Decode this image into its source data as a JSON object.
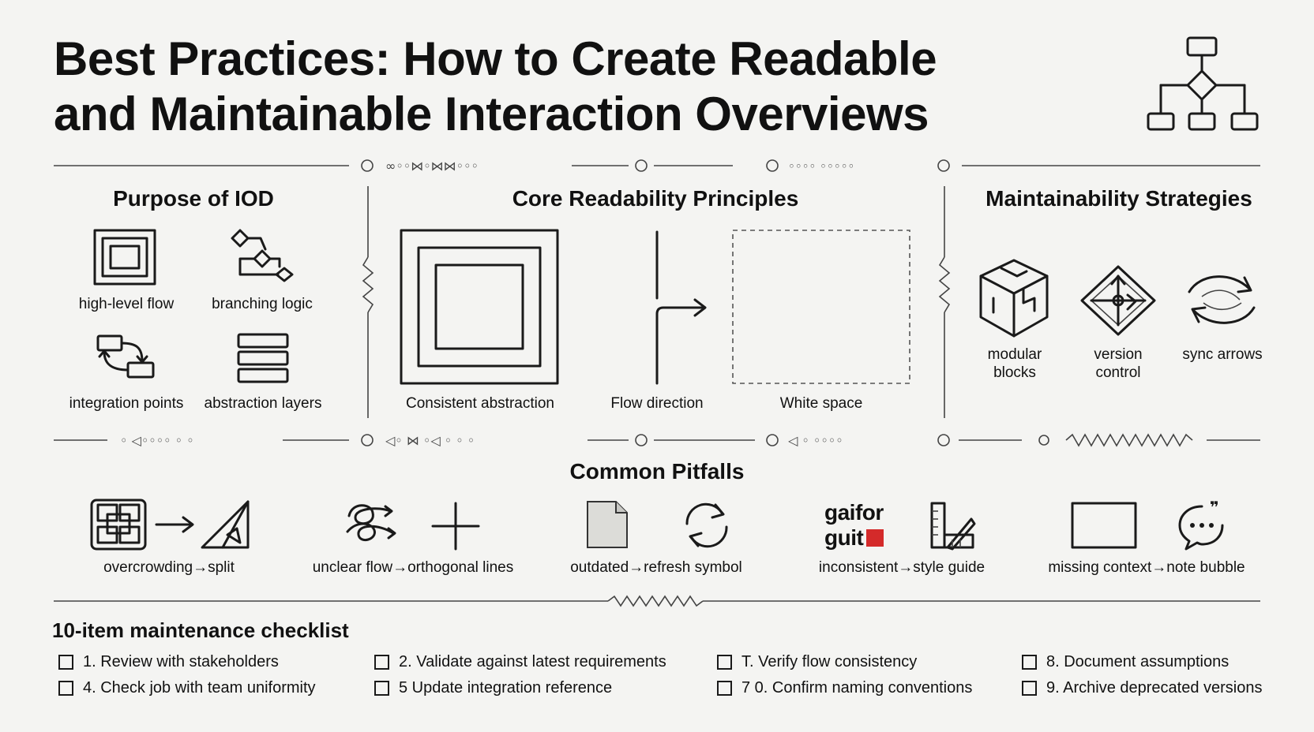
{
  "title": {
    "line1": "Best Practices: How to Create Readable",
    "line2": "and Maintainable Interaction Overviews"
  },
  "sections": {
    "purpose": {
      "heading": "Purpose of IOD",
      "items": [
        "high-level flow",
        "branching logic",
        "integration points",
        "abstraction layers"
      ]
    },
    "readability": {
      "heading": "Core Readability Principles",
      "items": [
        "Consistent abstraction",
        "Flow direction",
        "White space"
      ]
    },
    "maintainability": {
      "heading": "Maintainability Strategies",
      "items": [
        {
          "line1": "modular",
          "line2": "blocks"
        },
        {
          "line1": "version",
          "line2": "control"
        },
        {
          "line1": "sync arrows",
          "line2": ""
        }
      ]
    }
  },
  "pitfalls": {
    "heading": "Common Pitfalls",
    "items": [
      "overcrowding→split",
      "unclear flow→orthogonal lines",
      "outdated→refresh symbol",
      "inconsistent→style guide",
      "missing context→note bubble"
    ],
    "icon_text": {
      "line1": "gaifor",
      "line2": "guit"
    }
  },
  "checklist": {
    "heading": "10-item maintenance checklist",
    "items": [
      "1. Review with stakeholders",
      "2. Validate against latest requirements",
      "T. Verify flow consistency",
      "8. Document assumptions",
      "4. Check job with team uniformity",
      "5 Update integration reference",
      "7 0. Confirm naming conventions",
      "9. Archive deprecated versions"
    ]
  },
  "colors": {
    "ink": "#1a1a1a",
    "background": "#f4f4f2",
    "accent_red": "#d42a2a"
  },
  "icons": [
    "flowchart-icon",
    "nested-frames-icon",
    "branching-icon",
    "integration-icon",
    "layers-icon",
    "modular-cube-icon",
    "version-control-icon",
    "sync-arrows-icon",
    "overcrowding-icon",
    "split-icon",
    "tangle-icon",
    "orthogonal-cross-icon",
    "document-icon",
    "refresh-icon",
    "ruler-icon",
    "note-frame-icon",
    "speech-bubble-icon"
  ]
}
